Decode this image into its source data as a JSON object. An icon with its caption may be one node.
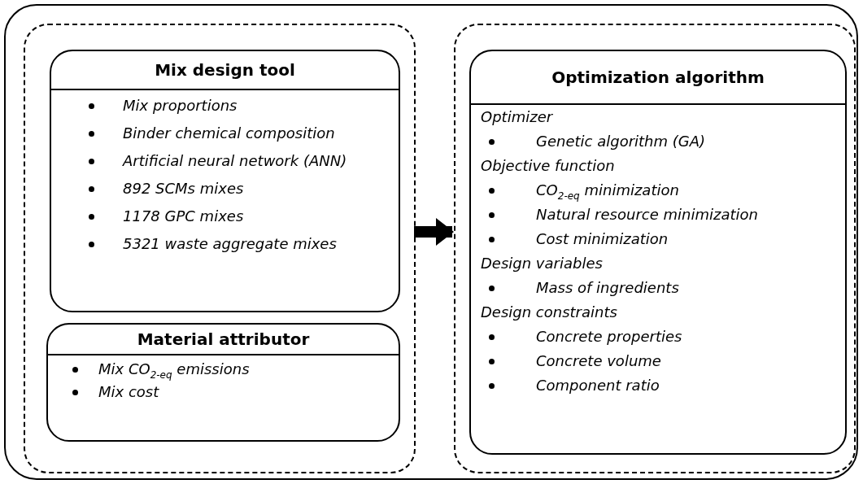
{
  "diagram": {
    "nodes": [
      {
        "text": [],
        "shape": "box"
      },
      {
        "text": [],
        "shape": "box",
        "in": 0
      },
      {
        "text": [],
        "shape": "box",
        "in": 0
      },
      {
        "text": [
          "Mix design tool",
          "Mix proportions",
          "Binder chemical composition",
          "Artificial neural network (ANN)",
          "892 SCMs mixes",
          "1178 GPC mixes",
          "5321 waste aggregate mixes"
        ],
        "in": 1
      },
      {
        "text": [
          "Material attributor",
          "Mix CO$_{2-eq}$ emissions",
          "Mix cost"
        ],
        "in": 1
      },
      {
        "text": [
          "Optimization algorithm",
          "Optimizer",
          "Genetic algorithm (GA)",
          "Objective function",
          "CO$_{2-eq}$ minimization",
          "Natural resource minimization",
          "Cost minimization",
          "Design variables",
          "Mass of ingredients",
          "Design constraints",
          "Concrete properties",
          "Concrete volume",
          "Component ratio"
        ],
        "in": 2
      }
    ],
    "edges": [
      {
        "from": 1,
        "to": 2,
        "arrow": "to"
      }
    ]
  }
}
